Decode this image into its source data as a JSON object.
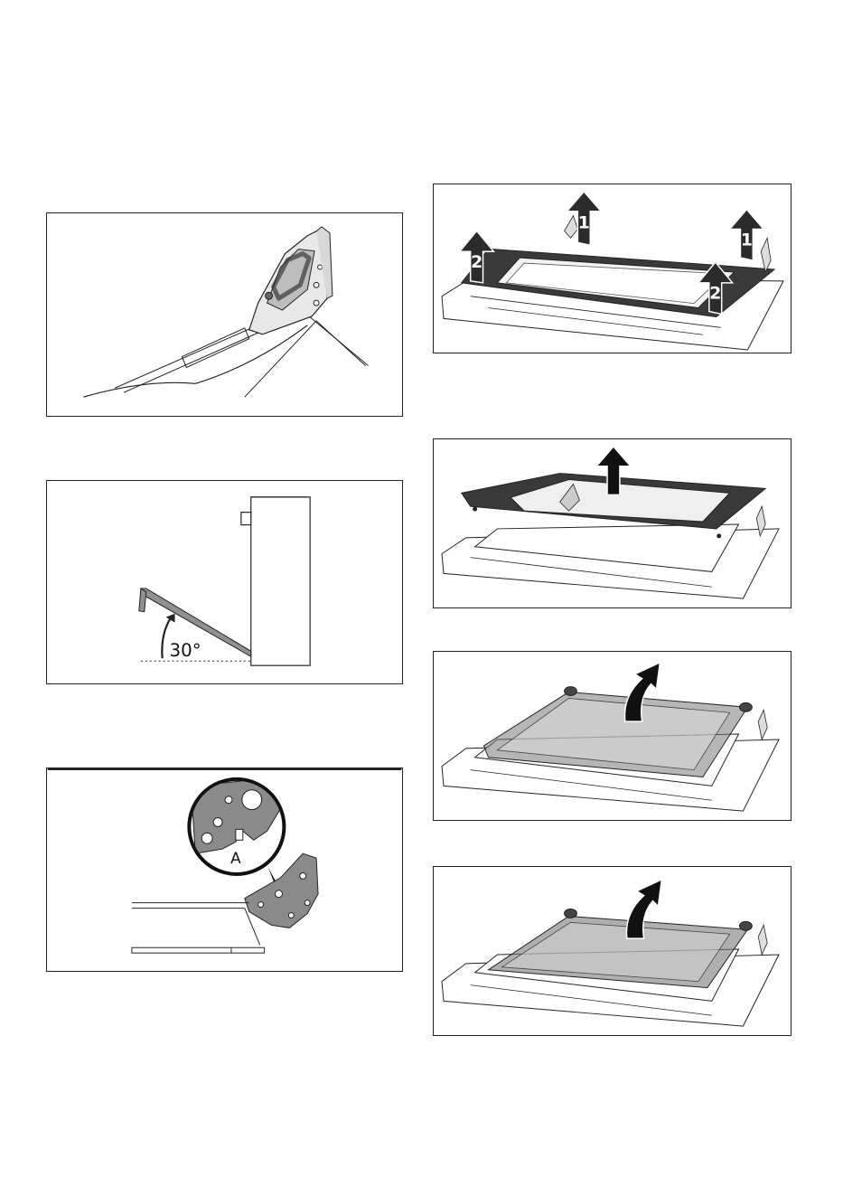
{
  "figures": {
    "angle": {
      "angle_label": "30°"
    },
    "detail": {
      "callout_label": "A"
    },
    "frame": {
      "step_one": "1",
      "step_two": "2"
    }
  },
  "colors": {
    "line": "#222222",
    "dark_fill": "#3a3a3a",
    "glass_fill": "#7a7a7a",
    "hinge_fill": "#808080"
  },
  "icons": [
    "arrow-up-icon",
    "curved-arrow-icon"
  ]
}
